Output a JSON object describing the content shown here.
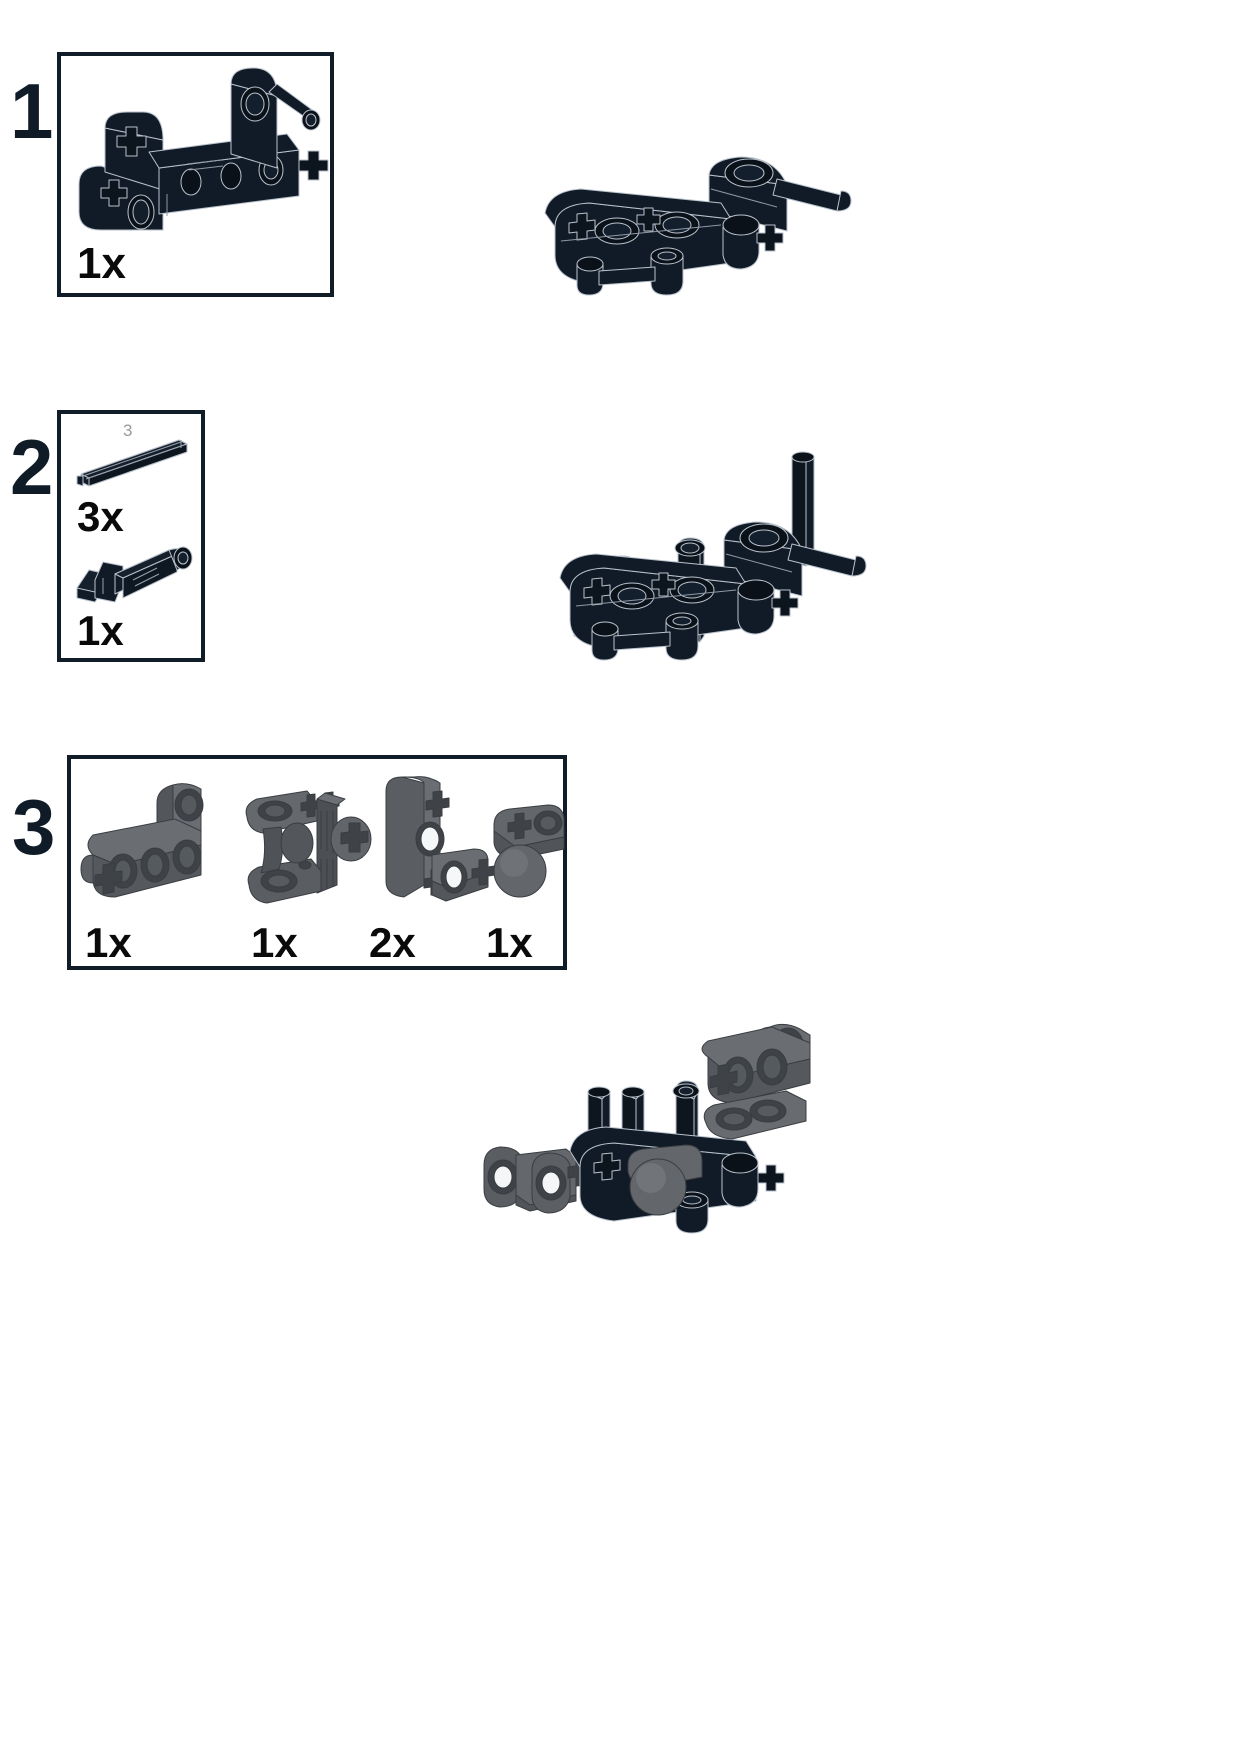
{
  "document": {
    "type": "lego-technic-building-instructions",
    "page_background": "#ffffff",
    "ink_color": "#111c29",
    "dark_part_color": "#121c28",
    "gray_part_color": "#5a5d61",
    "outline_color": "#b9c2cc"
  },
  "steps": [
    {
      "number": "1",
      "callout": {
        "parts": [
          {
            "icon": "technic-beam-assembly-dark",
            "count_label": "1x",
            "length_label": null
          }
        ]
      },
      "assembly": {
        "icon": "technic-frame-assembly-dark"
      }
    },
    {
      "number": "2",
      "callout": {
        "parts": [
          {
            "icon": "technic-axle-3-dark",
            "count_label": "3x",
            "length_label": "3"
          },
          {
            "icon": "technic-pin-with-axle-dark",
            "count_label": "1x",
            "length_label": null
          }
        ]
      },
      "assembly": {
        "icon": "technic-frame-with-axles-assembly-dark"
      }
    },
    {
      "number": "3",
      "callout": {
        "parts": [
          {
            "icon": "technic-angular-beam-gray",
            "count_label": "1x",
            "length_label": null
          },
          {
            "icon": "technic-steering-knuckle-gray",
            "count_label": "1x",
            "length_label": null
          },
          {
            "icon": "technic-bent-liftarm-gray",
            "count_label": "2x",
            "length_label": null
          },
          {
            "icon": "technic-ball-joint-gray",
            "count_label": "1x",
            "length_label": null
          }
        ]
      },
      "assembly": {
        "icon": "technic-full-suspension-assembly-gray-dark"
      }
    }
  ]
}
